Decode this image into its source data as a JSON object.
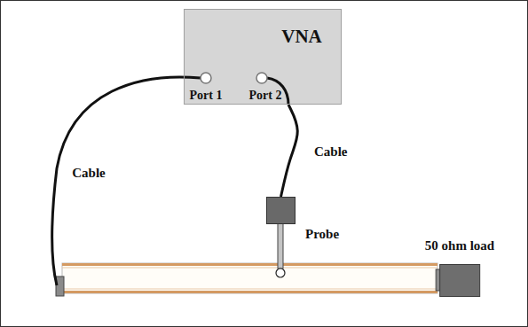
{
  "diagram": {
    "nodes": [
      {
        "text": [
          "VNA"
        ]
      },
      {
        "text": [
          "Probe"
        ]
      },
      {
        "text": [
          "50 ohm load"
        ]
      }
    ],
    "edges": [
      {
        "from": 0,
        "to": 1,
        "arrow": "none",
        "label": "Cable"
      }
    ],
    "labels": [
      "Port 1",
      "Port 2",
      "Cable"
    ]
  }
}
